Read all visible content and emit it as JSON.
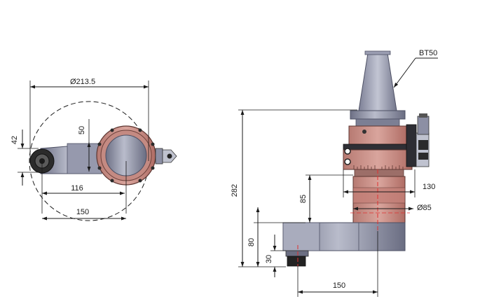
{
  "dimensions": {
    "diameter_213_5": "Ø213.5",
    "d42": "42",
    "d50": "50",
    "d116": "116",
    "d150_left": "150",
    "bt50": "BT50",
    "d282": "282",
    "d85_vertical": "85",
    "d130": "130",
    "diameter_85": "Ø85",
    "d80": "80",
    "d30": "30",
    "d150_right": "150"
  },
  "colors": {
    "steel": "#8f93a8",
    "steel_dark": "#5d6075",
    "steel_light": "#b8bccb",
    "copper": "#c98f86",
    "copper_dark": "#9b5f58",
    "red_center": "#e03030",
    "dark": "#222222"
  }
}
